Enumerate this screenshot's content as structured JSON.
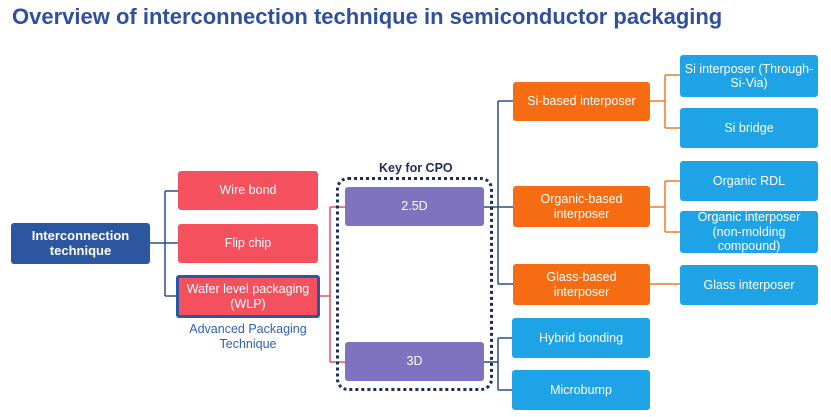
{
  "title": "Overview of interconnection technique in semiconductor packaging",
  "colors": {
    "title": "#2f4fa0",
    "root": "#2c56a0",
    "level1": "#f4505e",
    "level2": "#7f72bf",
    "level3": "#f56c12",
    "level4": "#1da3e6",
    "connector_red": "#e8505b",
    "connector_blue": "#2c4f8a",
    "connector_orange": "#f07a2a"
  },
  "root": {
    "label": "Interconnection technique"
  },
  "level1": [
    {
      "label": "Wire bond"
    },
    {
      "label": "Flip chip"
    },
    {
      "label": "Wafer level packaging (WLP)"
    }
  ],
  "wlp_caption": "Advanced Packaging Technique",
  "cpo_label": "Key for CPO",
  "level2": [
    {
      "label": "2.5D"
    },
    {
      "label": "3D"
    }
  ],
  "level3": [
    {
      "label": "Si-based interposer"
    },
    {
      "label": "Organic-based interposer"
    },
    {
      "label": "Glass-based interposer"
    }
  ],
  "level4": [
    {
      "label": "Si interposer (Through-Si-Via)"
    },
    {
      "label": "Si bridge"
    },
    {
      "label": "Organic RDL"
    },
    {
      "label": "Organic interposer (non-molding compound)"
    },
    {
      "label": "Glass interposer"
    },
    {
      "label": "Hybrid bonding"
    },
    {
      "label": "Microbump"
    }
  ]
}
